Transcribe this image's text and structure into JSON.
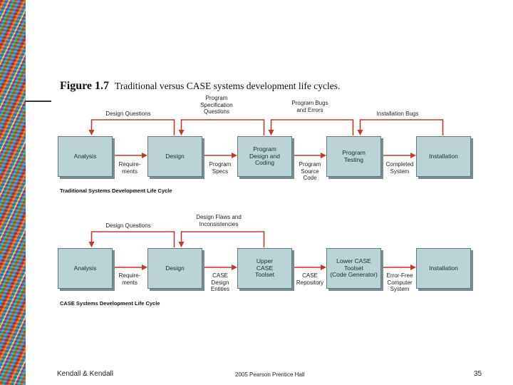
{
  "figure": {
    "number": "Figure 1.7",
    "caption": "Traditional versus CASE systems development life cycles."
  },
  "traditional": {
    "section_label": "Traditional Systems Development Life Cycle",
    "boxes": [
      "Analysis",
      "Design",
      "Program\nDesign and\nCoding",
      "Program\nTesting",
      "Installation"
    ],
    "between": [
      "Require-\nments",
      "Program\nSpecs",
      "Program\nSource\nCode",
      "Completed\nSystem"
    ],
    "feedback": [
      "Design Questions",
      "Program\nSpecification\nQuestions",
      "Program Bugs\nand Errors",
      "Installation Bugs"
    ]
  },
  "case": {
    "section_label": "CASE Systems Development Life Cycle",
    "boxes": [
      "Analysis",
      "Design",
      "Upper\nCASE\nToolset",
      "Lower CASE\nToolset\n(Code Generator)",
      "Installation"
    ],
    "between": [
      "Require-\nments",
      "CASE\nDesign\nEntities",
      "CASE\nRepository",
      "Error-Free\nComputer\nSystem"
    ],
    "feedback": [
      "Design Questions",
      "Design Flaws and\nInconsistencies"
    ]
  },
  "footer": {
    "left": "Kendall & Kendall",
    "center": "2005 Pearson Prentice Hall",
    "page": "35"
  }
}
